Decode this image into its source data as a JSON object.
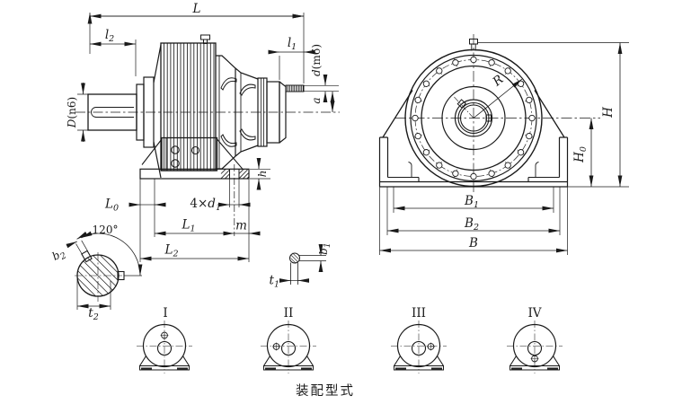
{
  "figure": {
    "caption": "装配型式",
    "variants": [
      "I",
      "II",
      "III",
      "IV"
    ]
  },
  "labels": {
    "L": {
      "base": "L"
    },
    "l2": {
      "base": "l",
      "sub": "2"
    },
    "l1": {
      "base": "l",
      "sub": "1"
    },
    "d_m6": {
      "base": "d",
      "suffix": "(m6)"
    },
    "a": {
      "base": "a"
    },
    "D_n6": {
      "base": "D",
      "suffix": "(n6)"
    },
    "h": {
      "base": "h"
    },
    "L0": {
      "base": "L",
      "sub": "0"
    },
    "four_d1": {
      "prefix": "4×",
      "base": "d",
      "sub": "1"
    },
    "L1": {
      "base": "L",
      "sub": "1"
    },
    "m": {
      "base": "m"
    },
    "L2": {
      "base": "L",
      "sub": "2"
    },
    "angle120": {
      "base": "120°"
    },
    "b2": {
      "base": "b",
      "sub": "2"
    },
    "t2": {
      "base": "t",
      "sub": "2"
    },
    "b1": {
      "base": "b",
      "sub": "1"
    },
    "t1": {
      "base": "t",
      "sub": "1"
    },
    "R": {
      "base": "R"
    },
    "H": {
      "base": "H"
    },
    "H0": {
      "base": "H",
      "sub": "0"
    },
    "B1": {
      "base": "B",
      "sub": "1"
    },
    "B2": {
      "base": "B",
      "sub": "2"
    },
    "B": {
      "base": "B"
    }
  },
  "colors": {
    "ink": "#1a1a1a",
    "bg": "#ffffff"
  }
}
